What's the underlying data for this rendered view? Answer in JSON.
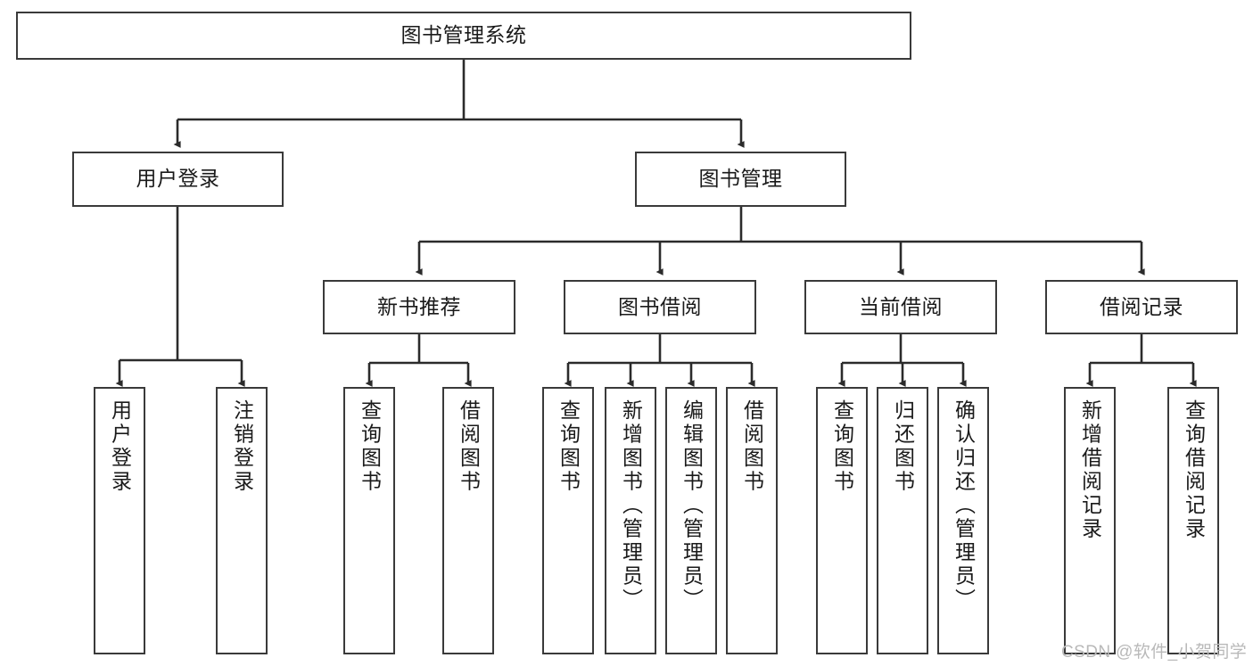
{
  "diagram": {
    "title": "图书管理系统",
    "type": "hierarchy-tree",
    "colors": {
      "box_border": "#3a3a3a",
      "box_fill": "#ffffff",
      "connector": "#2b2b2b",
      "text": "#1a1a1a",
      "watermark": "#b9b9b9"
    },
    "levels": {
      "root": {
        "label": "图书管理系统"
      },
      "level2": [
        {
          "label": "用户登录"
        },
        {
          "label": "图书管理"
        }
      ],
      "level3": [
        {
          "label": "新书推荐"
        },
        {
          "label": "图书借阅"
        },
        {
          "label": "当前借阅"
        },
        {
          "label": "借阅记录"
        }
      ],
      "leaves": {
        "user_login": [
          {
            "label": "用户登录"
          },
          {
            "label": "注销登录"
          }
        ],
        "new_book_recommend": [
          {
            "label": "查询图书"
          },
          {
            "label": "借阅图书"
          }
        ],
        "book_borrow": [
          {
            "label": "查询图书"
          },
          {
            "label": "新增图书（管理员）"
          },
          {
            "label": "编辑图书（管理员）"
          },
          {
            "label": "借阅图书"
          }
        ],
        "current_borrow": [
          {
            "label": "查询图书"
          },
          {
            "label": "归还图书"
          },
          {
            "label": "确认归还（管理员）"
          }
        ],
        "borrow_record": [
          {
            "label": "新增借阅记录"
          },
          {
            "label": "查询借阅记录"
          }
        ]
      }
    },
    "watermark": "CSDN @软件_小贺同学"
  }
}
